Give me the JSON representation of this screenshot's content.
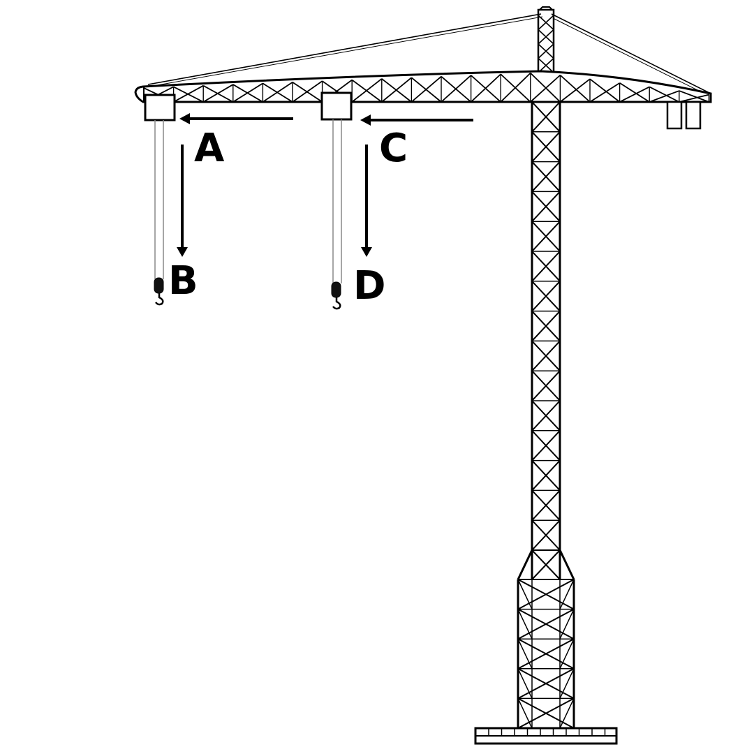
{
  "labels": {
    "a": "A",
    "b": "B",
    "c": "C",
    "d": "D"
  },
  "colors": {
    "line": "#000000",
    "cable": "#888888",
    "background": "#ffffff"
  }
}
